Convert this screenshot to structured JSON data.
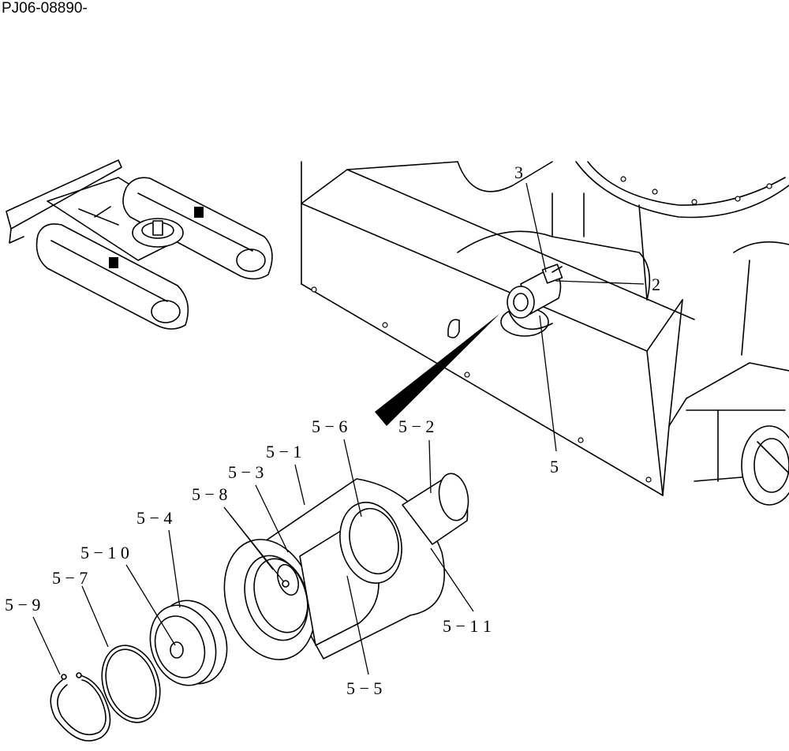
{
  "doc_id": "PJ06-08890-",
  "callouts": {
    "c3": "3",
    "c2": "2",
    "c5": "5",
    "c5_6": "5 − 6",
    "c5_2": "5 − 2",
    "c5_1": "5 − 1",
    "c5_3": "5 − 3",
    "c5_8": "5 − 8",
    "c5_4": "5 − 4",
    "c5_10": "5 − 1 0",
    "c5_7": "5 − 7",
    "c5_9": "5 − 9",
    "c5_11": "5 − 1 1",
    "c5_5": "5 − 5"
  }
}
